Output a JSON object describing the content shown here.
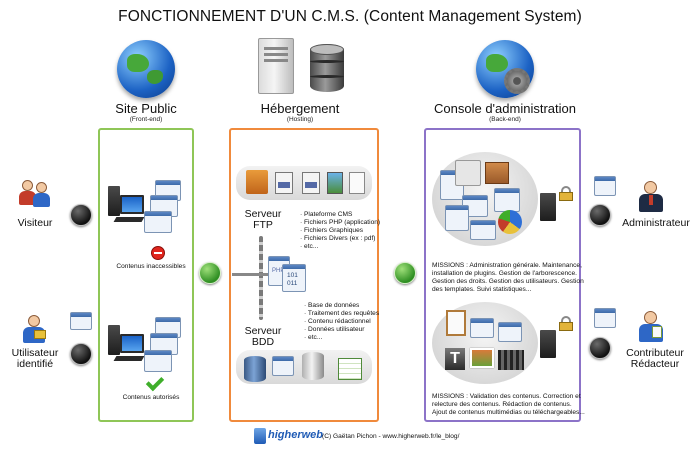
{
  "title": "FONCTIONNEMENT D'UN C.M.S. (Content Management System)",
  "columns": {
    "public": {
      "title": "Site Public",
      "subtitle": "(Front-end)"
    },
    "hosting": {
      "title": "Hébergement",
      "subtitle": "(Hosting)"
    },
    "admin": {
      "title": "Console d'administration",
      "subtitle": "(Back-end)"
    }
  },
  "actors": {
    "visitor": "Visiteur",
    "identified_user": [
      "Utilisateur",
      "identifié"
    ],
    "admin": "Administrateur",
    "contributor": [
      "Contributeur",
      "Rédacteur"
    ]
  },
  "public_panel": {
    "inaccessible": "Contenus inaccessibles",
    "authorized": "Contenus autorisés"
  },
  "hosting_panel": {
    "ftp_server": [
      "Serveur",
      "FTP"
    ],
    "ftp_items": [
      "· Plateforme CMS",
      "· Fichiers PHP (application)",
      "· Fichiers Graphiques",
      "· Fichiers Divers (ex : pdf)",
      "· etc..."
    ],
    "db_server": [
      "Serveur",
      "BDD"
    ],
    "db_items": [
      "· Base de données",
      "· Traitement des requêtes",
      "· Contenu rédactionnel",
      "· Données utilisateur",
      "· etc..."
    ],
    "php_label": "PHP",
    "binary_label": [
      "101",
      "011"
    ]
  },
  "admin_panel": {
    "mission_admin": [
      "MISSIONS : Administration générale. Maintenance,",
      "installation de plugins. Gestion de l'arborescence.",
      "Gestion des droits. Gestion des utilisateurs. Gestion",
      "des templates. Suivi statistiques..."
    ],
    "mission_contrib": [
      "MISSIONS : Validation des contenus. Correction et",
      "relecture des contenus. Rédaction de contenus.",
      "Ajout de contenus multimédias ou téléchargeables..."
    ]
  },
  "footer": {
    "brand": "higherweb",
    "credit": "(C) Gaëtan Pichon - www.higherweb.fr/le_blog/"
  },
  "colors": {
    "green": "#8fc657",
    "orange": "#f08a3c",
    "purple": "#8c73c8"
  }
}
